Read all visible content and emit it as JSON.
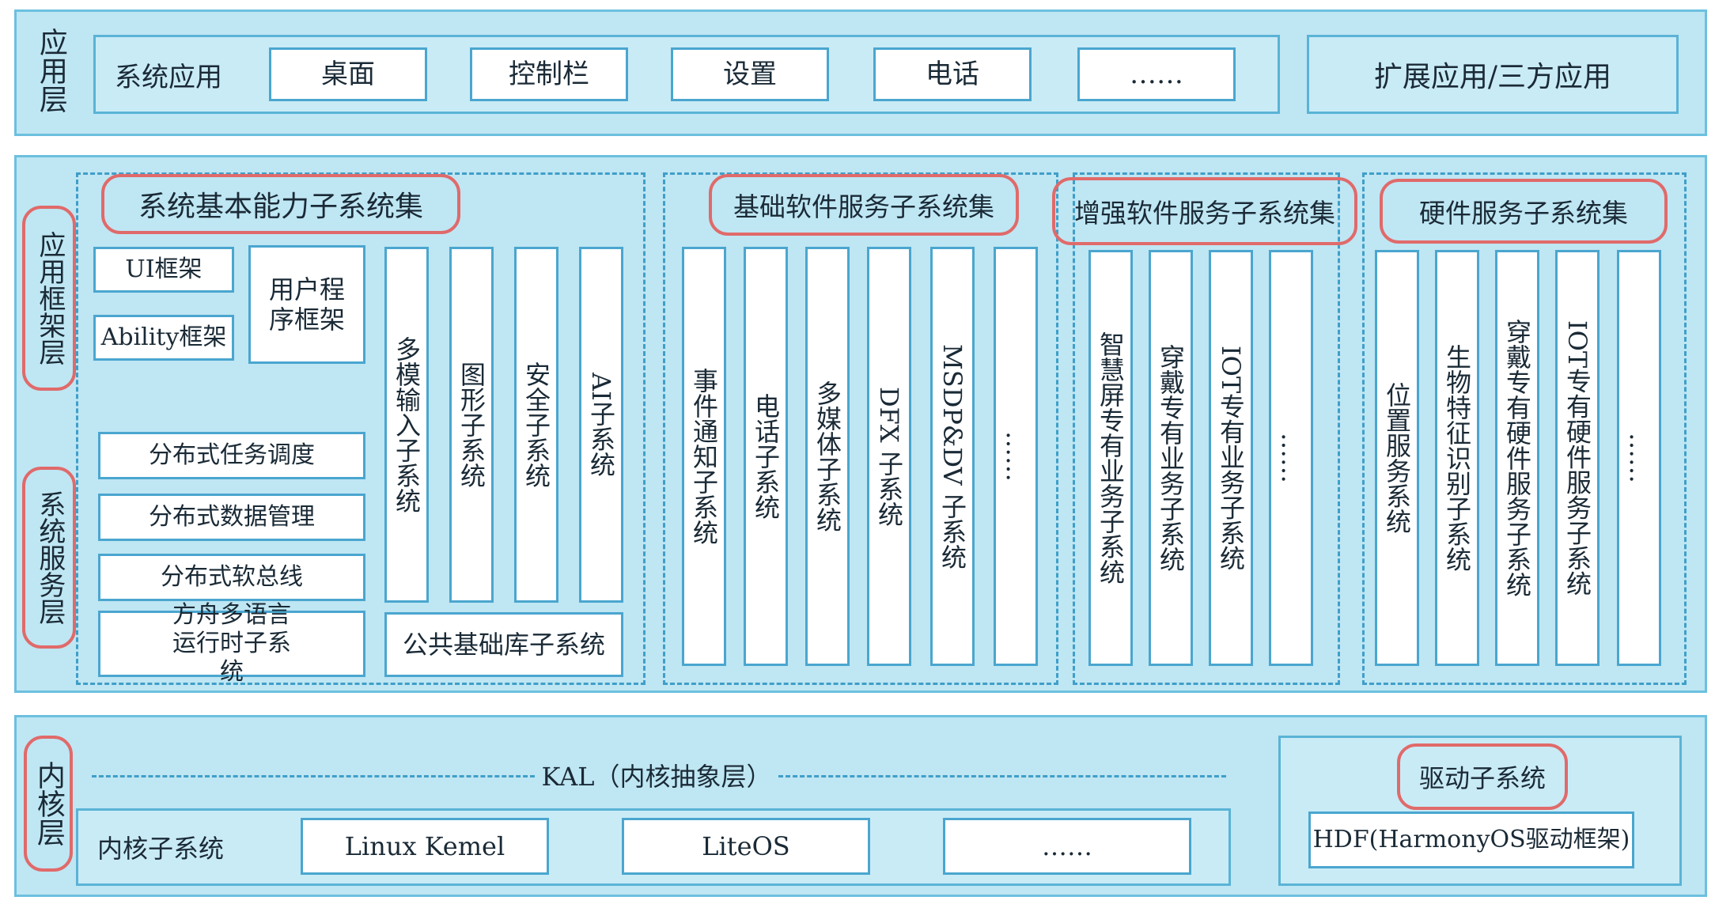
{
  "app_layer": {
    "label": "应用层",
    "system_apps": {
      "label": "系统应用",
      "items": [
        "桌面",
        "控制栏",
        "设置",
        "电话",
        "……"
      ]
    },
    "extension": "扩展应用/三方应用"
  },
  "framework_layer": {
    "label_framework": "应用框架层",
    "label_service": "系统服务层",
    "basic": {
      "title": "系统基本能力子系统集",
      "ui_framework": "UI框架",
      "ability_framework": "Ability框架",
      "user_program_framework": "用户程序框架",
      "distributed_task": "分布式任务调度",
      "distributed_data": "分布式数据管理",
      "distributed_bus": "分布式软总线",
      "ark_runtime": "方舟多语言运行时子系统",
      "vertical_items": [
        "多模输入子系统",
        "图形子系统",
        "安全子系统",
        "AI子系统"
      ],
      "common_lib": "公共基础库子系统"
    },
    "basic_software": {
      "title": "基础软件服务子系统集",
      "items": [
        "事件通知子系统",
        "电话子系统",
        "多媒体子系统",
        "DFX 子系统",
        "MSDP&DV 子系统",
        "……"
      ]
    },
    "enhanced_software": {
      "title": "增强软件服务子系统集",
      "items": [
        "智慧屏专有业务子系统",
        "穿戴专有业务子系统",
        "IOT专有业务子系统",
        "……"
      ]
    },
    "hardware": {
      "title": "硬件服务子系统集",
      "items": [
        "位置服务系统",
        "生物特征识别子系统",
        "穿戴专有硬件服务子系统",
        "IOT专有硬件服务子系统",
        "……"
      ]
    }
  },
  "kernel_layer": {
    "label": "内核层",
    "kal": "KAL（内核抽象层）",
    "kernel_subsystem": {
      "label": "内核子系统",
      "items": [
        "Linux Kemel",
        "LiteOS",
        "……"
      ]
    },
    "driver": {
      "title": "驱动子系统",
      "hdf": "HDF(HarmonyOS驱动框架)"
    }
  },
  "colors": {
    "layer_fill": "#bfe6f3",
    "border_blue": "#4aa6cf",
    "highlight_red": "#e06a6a"
  }
}
